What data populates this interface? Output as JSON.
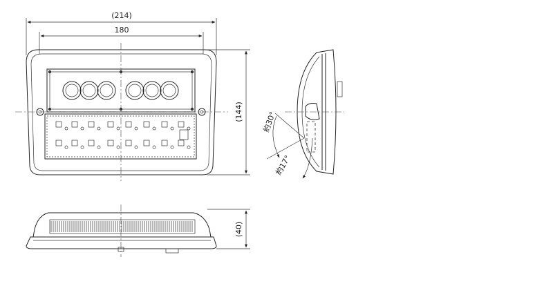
{
  "dimensions": {
    "overall_width": "(214)",
    "inner_width": "180",
    "height": "(144)",
    "depth": "(40)",
    "tilt_angle": "約30°",
    "side_angle": "約17°"
  }
}
